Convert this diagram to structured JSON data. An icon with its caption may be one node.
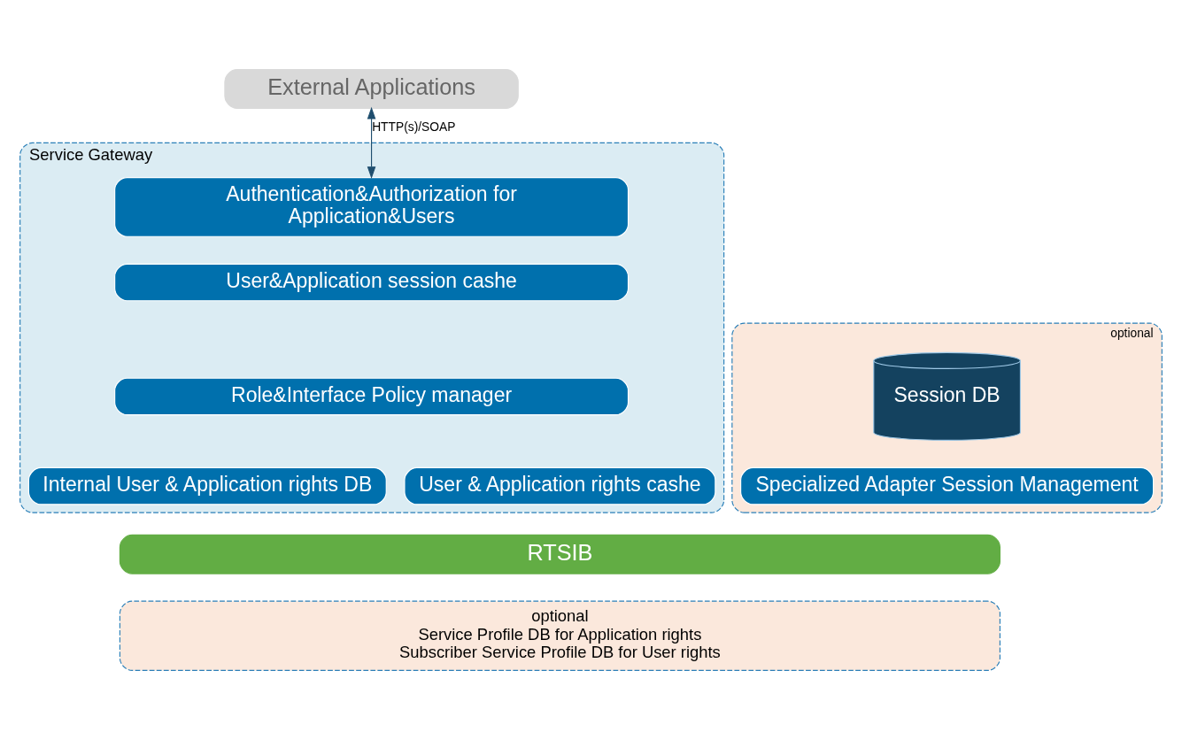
{
  "diagram": {
    "nodes": [
      {
        "text": [
          "External Applications"
        ]
      },
      {
        "text": [
          "Service Gateway"
        ]
      },
      {
        "text": [
          "Authentication&Authorization for Application&Users"
        ],
        "in": 1
      },
      {
        "text": [
          "User&Application session cashe"
        ],
        "in": 1
      },
      {
        "text": [
          "Role&Interface Policy manager"
        ],
        "in": 1
      },
      {
        "text": [
          "Internal User & Application rights DB"
        ],
        "in": 1
      },
      {
        "text": [
          "User & Application rights cashe"
        ],
        "in": 1
      },
      {
        "text": [
          "optional"
        ]
      },
      {
        "text": [
          "Session DB"
        ],
        "in": 7
      },
      {
        "text": [
          "Specialized Adapter Session Management"
        ],
        "in": 7
      },
      {
        "text": [
          "RTSIB"
        ]
      },
      {
        "text": [
          "optional",
          "Service Profile DB for Application rights",
          "Subscriber Service Profile DB for User rights"
        ]
      }
    ],
    "edges": [
      {
        "from": 0,
        "to": 2,
        "arrow": "both",
        "label": "HTTP(s)/SOAP"
      }
    ]
  }
}
